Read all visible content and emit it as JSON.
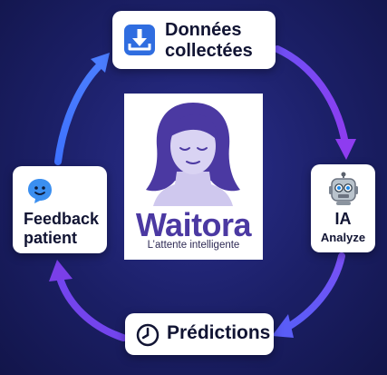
{
  "cycle": {
    "data_collected": {
      "label_line1": "Données",
      "label_line2": "collectées",
      "icon": "download-tray-icon"
    },
    "ai": {
      "label_line1": "IA",
      "label_line2": "Analyze",
      "icon": "robot-icon"
    },
    "predictions": {
      "label": "Prédictions",
      "icon": "clock-icon"
    },
    "feedback": {
      "label_line1": "Feedback",
      "label_line2": "patient",
      "icon": "smiling-face-icon"
    }
  },
  "logo": {
    "brand": "Waitora",
    "tagline": "L’attente intelligente"
  },
  "colors": {
    "arrow_start": "#4f7bff",
    "arrow_end": "#8a3bf0",
    "brand_purple": "#4b39a2",
    "background": "#1b1f66"
  }
}
